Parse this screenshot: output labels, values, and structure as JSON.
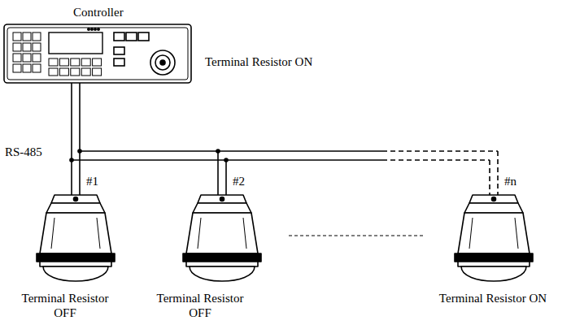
{
  "diagram": {
    "labels": [
      "Controller",
      "Terminal Resistor ON",
      "RS-485",
      "#1",
      "#2",
      "#n",
      "Terminal Resistor OFF",
      "Terminal Resistor OFF",
      "Terminal Resistor ON"
    ]
  }
}
